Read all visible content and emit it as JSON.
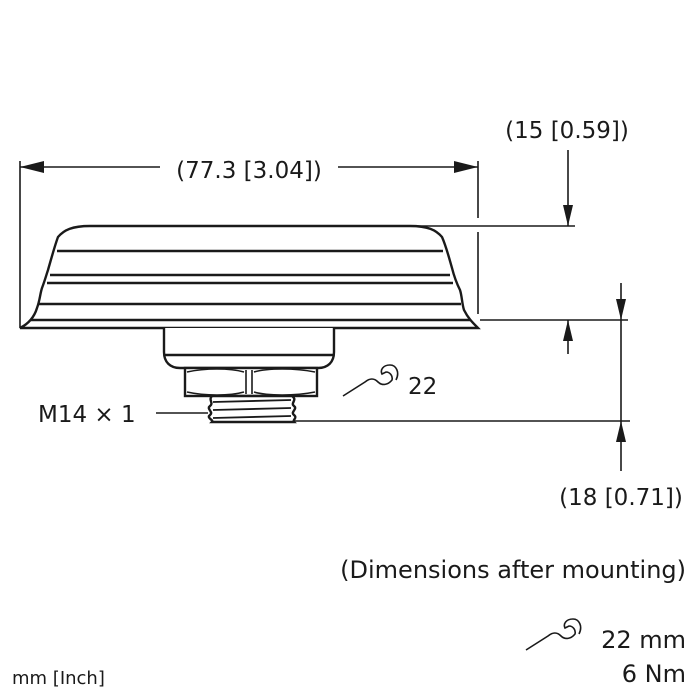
{
  "drawing": {
    "dimensions": {
      "width": "(77.3 [3.04])",
      "body_height": "(15 [0.59])",
      "thread_height": "(18 [0.71])"
    },
    "thread_label": "M14 × 1",
    "wrench_size_label": "22",
    "notes": {
      "mounting": "(Dimensions after mounting)",
      "wrench_spec": "22 mm",
      "torque": "6 Nm"
    },
    "units_label": "mm [Inch]",
    "icons": {
      "wrench": "wrench-icon"
    },
    "colors": {
      "line": "#1a1a1a",
      "background": "#ffffff"
    }
  }
}
